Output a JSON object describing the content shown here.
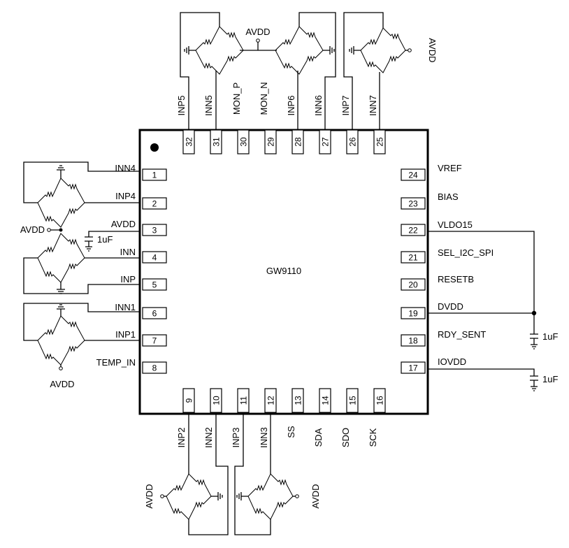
{
  "chip": {
    "name": "GW9110"
  },
  "pins": {
    "1": "1",
    "2": "2",
    "3": "3",
    "4": "4",
    "5": "5",
    "6": "6",
    "7": "7",
    "8": "8",
    "9": "9",
    "10": "10",
    "11": "11",
    "12": "12",
    "13": "13",
    "14": "14",
    "15": "15",
    "16": "16",
    "17": "17",
    "18": "18",
    "19": "19",
    "20": "20",
    "21": "21",
    "22": "22",
    "23": "23",
    "24": "24",
    "25": "25",
    "26": "26",
    "27": "27",
    "28": "28",
    "29": "29",
    "30": "30",
    "31": "31",
    "32": "32"
  },
  "signals": {
    "left": {
      "inn4": "INN4",
      "inp4": "INP4",
      "avdd": "AVDD",
      "inn": "INN",
      "inp": "INP",
      "inn1": "INN1",
      "inp1": "INP1",
      "temp_in": "TEMP_IN"
    },
    "right": {
      "vref": "VREF",
      "bias": "BIAS",
      "vldo15": "VLDO15",
      "sel_i2c_spi": "SEL_I2C_SPI",
      "resetb": "RESETB",
      "dvdd": "DVDD",
      "rdy_sent": "RDY_SENT",
      "iovdd": "IOVDD"
    },
    "top": {
      "inp5": "INP5",
      "inn5": "INN5",
      "mon_p": "MON_P",
      "mon_n": "MON_N",
      "inp6": "INP6",
      "inn6": "INN6",
      "inp7": "INP7",
      "inn7": "INN7"
    },
    "bottom": {
      "inp2": "INP2",
      "inn2": "INN2",
      "inp3": "INP3",
      "inn3": "INN3",
      "ss": "SS",
      "sda": "SDA",
      "sdo": "SDO",
      "sck": "SCK"
    }
  },
  "supply": {
    "avdd_top": "AVDD",
    "avdd_left": "AVDD",
    "avdd_left_bottom": "AVDD",
    "avdd_top_right": "AVDD",
    "avdd_bottom_left": "AVDD",
    "avdd_bottom_right": "AVDD"
  },
  "caps": {
    "c_avdd": "1uF",
    "c_dvdd": "1uF",
    "c_iovdd": "1uF"
  }
}
